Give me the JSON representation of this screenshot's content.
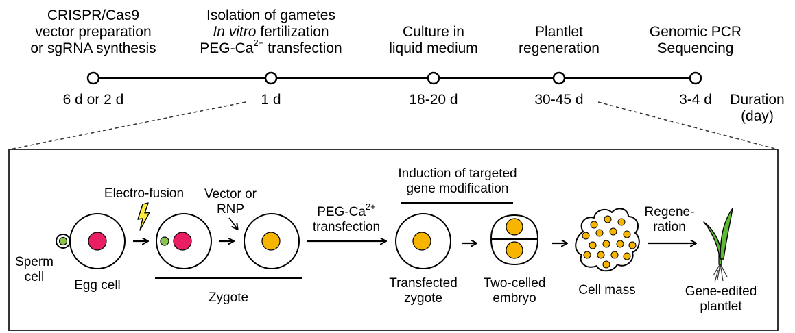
{
  "colors": {
    "ink": "#000000",
    "sperm_fill": "#8bc34a",
    "egg_nucleus": "#e91e63",
    "zygote_nucleus": "#f7b500",
    "bolt": "#ffeb3b",
    "plant_leaf": "#5db832",
    "box_border": "#333333"
  },
  "timeline": {
    "steps": [
      {
        "line1": "CRISPR/Cas9",
        "line2": "vector preparation",
        "line3": "or sgRNA synthesis",
        "duration": "6 d or 2 d"
      },
      {
        "line1": "Isolation of gametes",
        "line2_italic": "In vitro",
        "line2_rest": " fertilization",
        "line3_pre": "PEG-Ca",
        "line3_sup": "2+",
        "line3_post": " transfection",
        "duration": "1 d"
      },
      {
        "line1": "Culture in",
        "line2": "liquid medium",
        "duration": "18-20 d"
      },
      {
        "line1": "Plantlet",
        "line2": "regeneration",
        "duration": "30-45 d"
      },
      {
        "line1": "Genomic PCR",
        "line2": "Sequencing",
        "duration": "3-4 d"
      }
    ],
    "duration_label_1": "Duration",
    "duration_label_2": "(day)"
  },
  "detail": {
    "sperm_line1": "Sperm",
    "sperm_line2": "cell",
    "egg_cell": "Egg cell",
    "electro_fusion": "Electro-fusion",
    "vector_line1": "Vector or",
    "vector_line2": "RNP",
    "zygote": "Zygote",
    "peg_pre": "PEG-Ca",
    "peg_sup": "2+",
    "peg_line2": "transfection",
    "induction_line1": "Induction of targeted",
    "induction_line2": "gene modification",
    "transfected_line1": "Transfected",
    "transfected_line2": "zygote",
    "two_celled_line1": "Two-celled",
    "two_celled_line2": "embryo",
    "cell_mass": "Cell mass",
    "regen_line1": "Regene-",
    "regen_line2": "ration",
    "plantlet_line1": "Gene-edited",
    "plantlet_line2": "plantlet"
  }
}
